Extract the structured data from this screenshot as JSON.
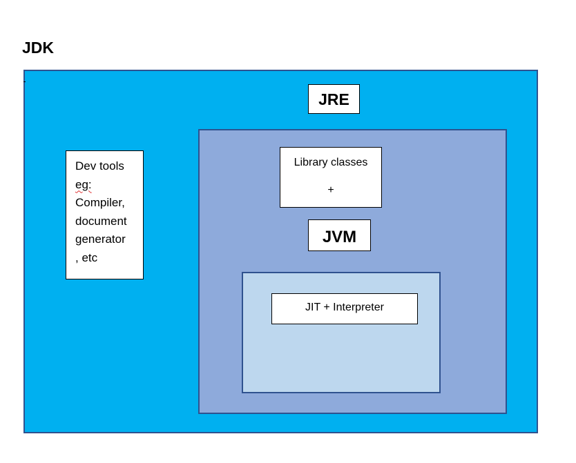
{
  "diagram": {
    "jdk_title": "JDK",
    "jre_label": "JRE",
    "jvm_label": "JVM",
    "dev_tools": {
      "lines": [
        "Dev tools",
        "eg:",
        "Compiler,",
        "document",
        "generator",
        ", etc"
      ]
    },
    "library": {
      "label": "Library classes",
      "plus": "+"
    },
    "jit_label": "JIT + Interpreter"
  },
  "colors": {
    "jdk_fill": "#00b0f0",
    "jre_fill": "#8eaadb",
    "jvm_fill": "#bdd7ee",
    "border": "#2f528f",
    "label_fill": "#ffffff"
  }
}
